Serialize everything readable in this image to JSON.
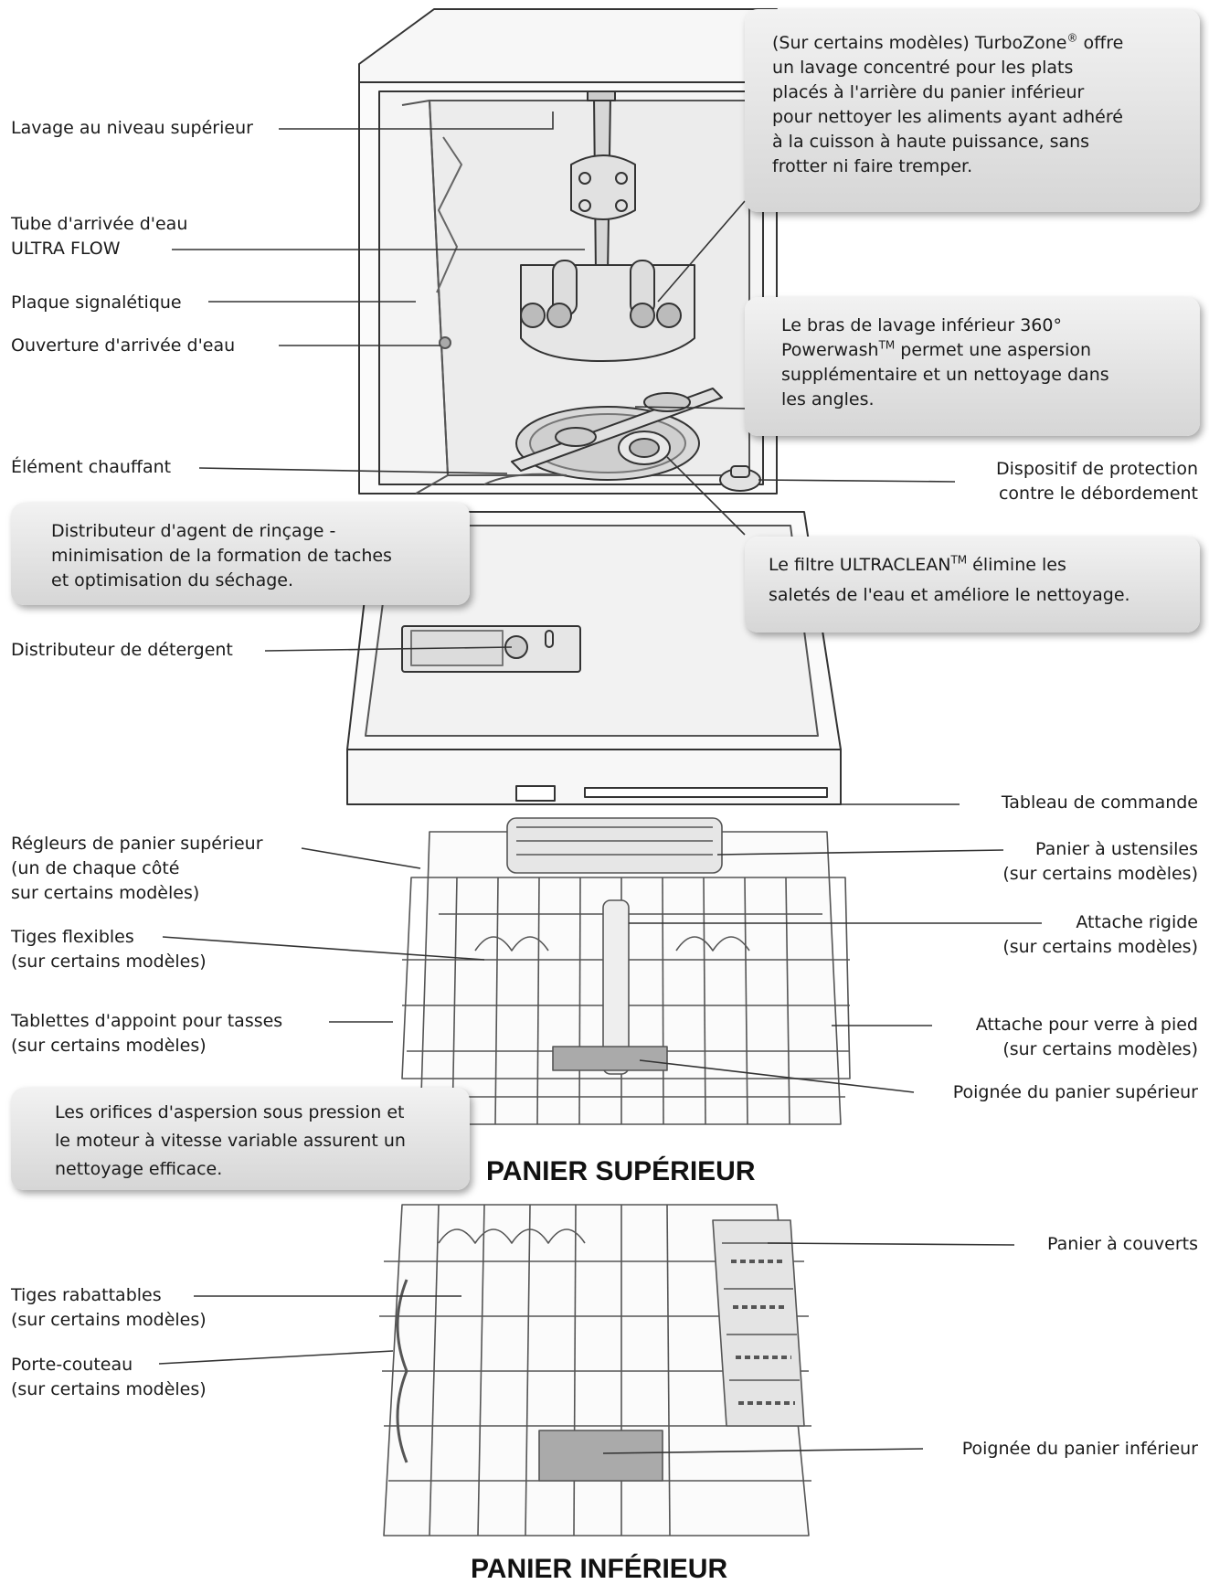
{
  "labels_left": {
    "lavage_superieur": "Lavage au niveau supérieur",
    "tube_1": "Tube d'arrivée d'eau",
    "tube_2": "ULTRA FLOW",
    "plaque": "Plaque signalétique",
    "ouverture": "Ouverture d'arrivée d'eau",
    "element": "Élément chauffant",
    "detergent": "Distributeur de détergent",
    "regleurs_1": "Régleurs de panier supérieur",
    "regleurs_2": "(un de chaque côté",
    "regleurs_3": "sur certains modèles)",
    "tiges_flex_1": "Tiges flexibles",
    "tiges_flex_2": "(sur certains modèles)",
    "tablettes_1": "Tablettes d'appoint pour tasses",
    "tablettes_2": "(sur certains modèles)",
    "tiges_rab_1": "Tiges rabattables",
    "tiges_rab_2": "(sur certains modèles)",
    "porte_1": "Porte-couteau",
    "porte_2": "(sur certains modèles)"
  },
  "labels_right": {
    "debordement_1": "Dispositif de protection",
    "debordement_2": "contre le débordement",
    "tableau": "Tableau de commande",
    "ustensiles_1": "Panier à ustensiles",
    "ustensiles_2": "(sur certains modèles)",
    "rigide_1": "Attache rigide",
    "rigide_2": "(sur certains modèles)",
    "verre_1": "Attache pour verre à pied",
    "verre_2": "(sur certains modèles)",
    "poignee_sup": "Poignée du panier supérieur",
    "couverts": "Panier à couverts",
    "poignee_inf": "Poignée du panier inférieur"
  },
  "callouts": {
    "turbozone": {
      "l1a": "(Sur certains modèles) TurboZone",
      "l1sup": "®",
      "l1b": " offre",
      "l2": "un lavage concentré pour les plats",
      "l3": "placés à l'arrière du panier inférieur",
      "l4": "pour nettoyer les aliments ayant adhéré",
      "l5": "à la cuisson à haute puissance, sans",
      "l6": "frotter ni faire tremper."
    },
    "bras": {
      "l1": "Le bras de lavage inférieur 360°",
      "l2a": "Powerwash",
      "l2sup": "TM",
      "l2b": " permet une aspersion",
      "l3": "supplémentaire et un nettoyage dans",
      "l4": "les angles."
    },
    "filtre": {
      "l1a": "Le filtre ULTRACLEAN",
      "l1sup": "TM",
      "l1b": " élimine les",
      "l2": "saletés de l'eau et améliore le nettoyage."
    },
    "rincage": {
      "l1": "Distributeur d'agent de rinçage -",
      "l2": "minimisation de la formation de taches",
      "l3": "et optimisation du séchage."
    },
    "orifices": {
      "l1": "Les orifices d'aspersion sous pression et",
      "l2": "le moteur à vitesse variable assurent un",
      "l3": "nettoyage efficace."
    }
  },
  "titles": {
    "upper": "PANIER SUPÉRIEUR",
    "lower": "PANIER INFÉRIEUR"
  },
  "colors": {
    "line": "#333333",
    "callout_top": "#f2f2f2",
    "callout_bottom": "#d6d6d6",
    "rack": "#555555",
    "handle": "#9a9a9a"
  }
}
